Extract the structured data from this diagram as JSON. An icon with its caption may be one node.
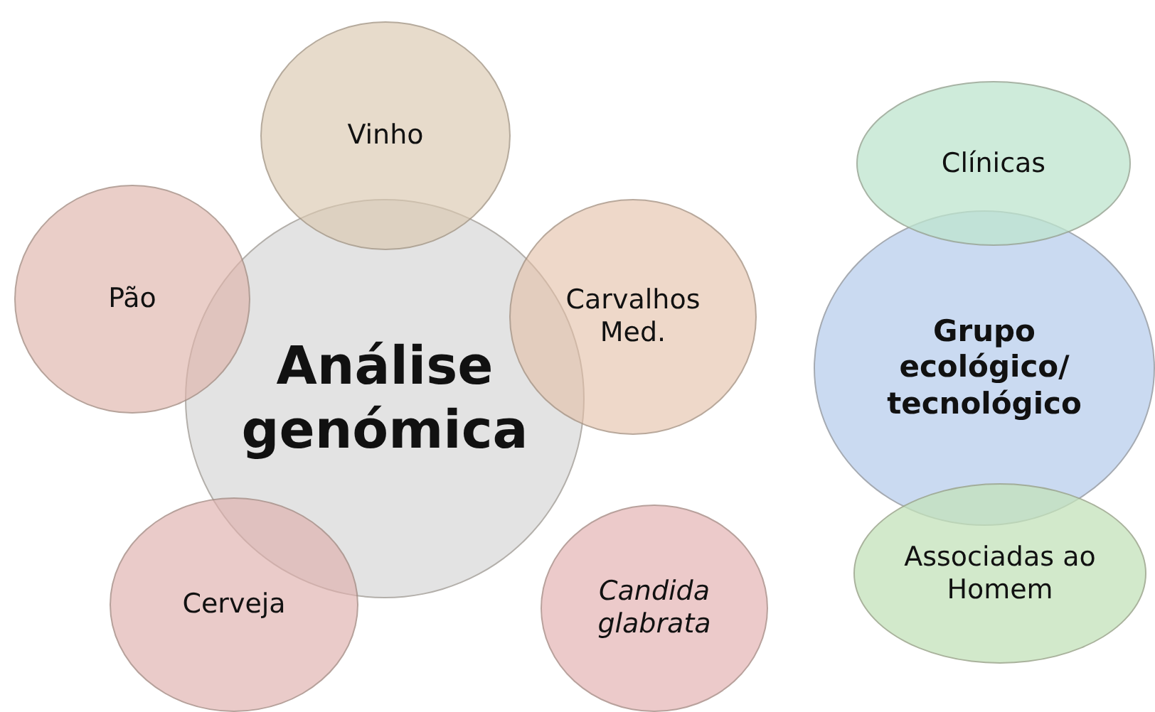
{
  "diagram": {
    "nodes": [
      {
        "text": [
          "Vinho"
        ]
      },
      {
        "text": [
          "Clínicas"
        ]
      },
      {
        "text": [
          "Pão"
        ]
      },
      {
        "text": [
          "Carvalhos Med."
        ]
      },
      {
        "text": [
          "Análise genómica"
        ]
      },
      {
        "text": [
          "Grupo ecológico/ tecnológico"
        ]
      },
      {
        "text": [
          "Cerveja"
        ]
      },
      {
        "text": [
          "Candida glabrata"
        ]
      },
      {
        "text": [
          "Associadas ao Homem"
        ]
      }
    ]
  }
}
